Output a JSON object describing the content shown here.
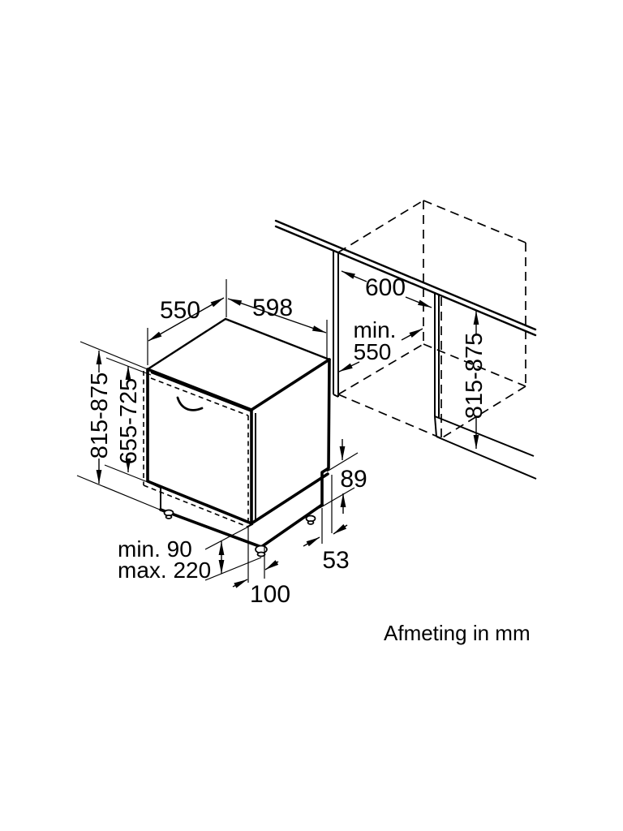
{
  "diagram": {
    "caption": "Afmeting in mm",
    "unit": "mm",
    "colors": {
      "ink": "#000000",
      "background": "#ffffff"
    },
    "dimensions": {
      "top_depth": "550",
      "width": "598",
      "niche_width": "600",
      "niche_depth_line1": "min.",
      "niche_depth_line2": "550",
      "niche_height": "815-875",
      "appliance_height": "815-875",
      "door_panel_height": "655-725",
      "rear_step_height": "89",
      "rear_support_offset": "53",
      "plinth_line1": "min. 90",
      "plinth_line2": "max. 220",
      "front_feet_offset": "100"
    }
  }
}
